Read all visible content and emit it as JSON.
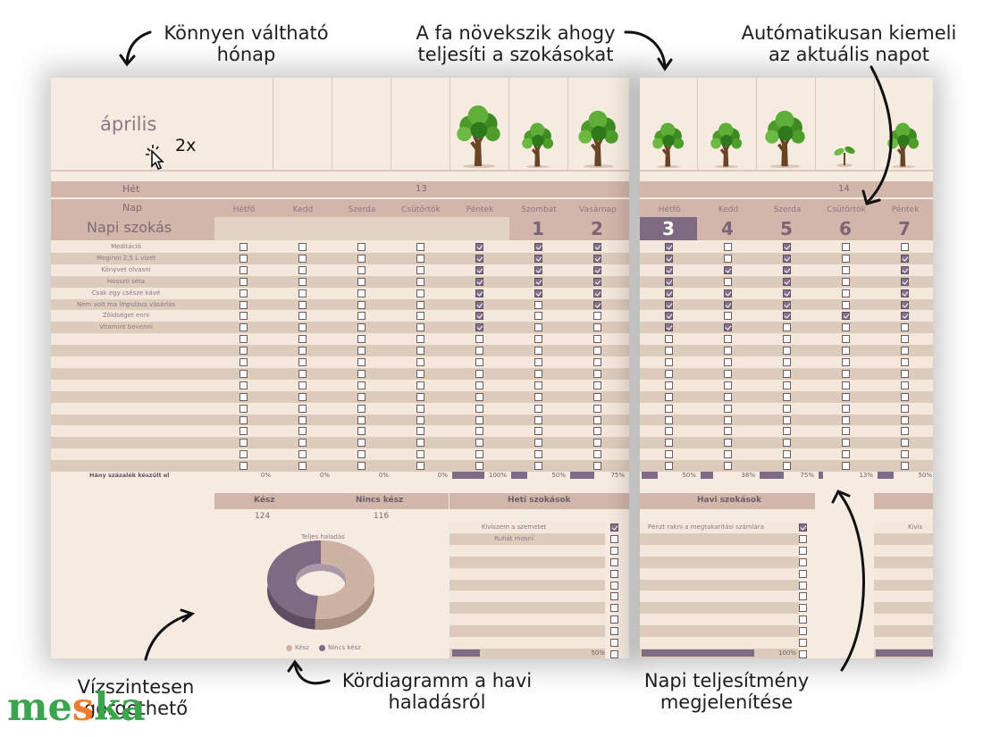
{
  "month": "április",
  "cursor_hint": "2x",
  "week_label": "Hét",
  "day_label": "Nap",
  "habit_label": "Napi szokás",
  "weeks": [
    "13",
    "14"
  ],
  "days_left": [
    "Hétfő",
    "Kedd",
    "Szerda",
    "Csütörtök",
    "Péntek",
    "Szombat",
    "Vasárnap"
  ],
  "dates_left": [
    "",
    "",
    "",
    "",
    "",
    "1",
    "2"
  ],
  "days_right": [
    "Hétfő",
    "Kedd",
    "Szerda",
    "Csütörtök",
    "Péntek"
  ],
  "dates_right": [
    "3",
    "4",
    "5",
    "6",
    "7"
  ],
  "habits": [
    "Meditáció",
    "Meginni 2,5 L vizet",
    "Könyvet olvasni",
    "Hosszú séta",
    "Csak egy csésze kávé",
    "Nem volt ma impulzus vásárlás",
    "Zöldséget enni",
    "Vitamint bevenni"
  ],
  "checks_left": [
    [
      0,
      0,
      0,
      0,
      1,
      1,
      1
    ],
    [
      0,
      0,
      0,
      0,
      1,
      1,
      1
    ],
    [
      0,
      0,
      0,
      0,
      1,
      1,
      1
    ],
    [
      0,
      0,
      0,
      0,
      1,
      1,
      1
    ],
    [
      0,
      0,
      0,
      0,
      1,
      1,
      1
    ],
    [
      0,
      0,
      0,
      0,
      1,
      0,
      1
    ],
    [
      0,
      0,
      0,
      0,
      1,
      0,
      0
    ],
    [
      0,
      0,
      0,
      0,
      1,
      0,
      0
    ]
  ],
  "checks_right": [
    [
      1,
      0,
      1,
      0,
      0
    ],
    [
      1,
      0,
      1,
      0,
      1
    ],
    [
      1,
      1,
      1,
      0,
      1
    ],
    [
      1,
      0,
      1,
      0,
      1
    ],
    [
      1,
      1,
      1,
      0,
      1
    ],
    [
      1,
      1,
      1,
      0,
      1
    ],
    [
      1,
      0,
      1,
      1,
      1
    ],
    [
      1,
      1,
      0,
      0,
      0
    ]
  ],
  "percent_label": "Hány százalék készült el",
  "percents_left": [
    "0%",
    "0%",
    "0%",
    "0%",
    "100%",
    "50%",
    "75%"
  ],
  "percent_values_left": [
    0,
    0,
    0,
    0,
    1,
    0.5,
    0.75
  ],
  "percents_right": [
    "50%",
    "38%",
    "75%",
    "13%",
    "50%"
  ],
  "percent_values_right": [
    0.5,
    0.38,
    0.75,
    0.13,
    0.5
  ],
  "summary": {
    "done_label": "Kész",
    "not_done_label": "Nincs kész",
    "done": "124",
    "not_done": "116"
  },
  "weekly": {
    "title": "Heti szokások",
    "items": [
      "Kiviszem a szemetet",
      "Ruhát mosni"
    ],
    "checks": [
      1,
      0,
      0,
      0,
      0,
      0,
      0,
      0,
      0,
      0,
      0,
      0
    ],
    "percent": "50%",
    "percent_value": 0.5
  },
  "monthly": {
    "title": "Havi szokások",
    "items": [
      "Pénzt rakni a megtakarítási számlára"
    ],
    "checks": [
      1,
      0,
      0,
      0,
      0,
      0,
      0,
      0,
      0,
      0,
      0,
      0
    ],
    "percent": "100%",
    "percent_value": 1.0
  },
  "right_cut_label": "Kivis",
  "pie": {
    "title": "Teljes haladás",
    "legend": [
      "Kész",
      "Nincs kész"
    ]
  },
  "chart_data": {
    "type": "pie",
    "title": "Teljes haladás",
    "categories": [
      "Kész",
      "Nincs kész"
    ],
    "values": [
      124,
      116
    ],
    "colors": [
      "#cdb3a3",
      "#7e6a82"
    ]
  },
  "annotations": {
    "month_switch": "Könnyen váltható\nhónap",
    "tree_grows": "A fa növekszik ahogy\nteljesíti a szokásokat",
    "highlight_today": "Autómatikusan kiemeli\naz aktuális napot",
    "scroll": "Vízszintesen\ngörgethető",
    "pie_note": "Kördiagramm a havi\nhaladásról",
    "daily_perf": "Napi teljesítmény\nmegjelenítése"
  },
  "logo": "meska",
  "colors": {
    "accent": "#7e6a82",
    "header": "#d1b6a9",
    "background": "#f6ebe1",
    "logo_green": "#3aa54c",
    "logo_orange": "#ef7c2a"
  }
}
